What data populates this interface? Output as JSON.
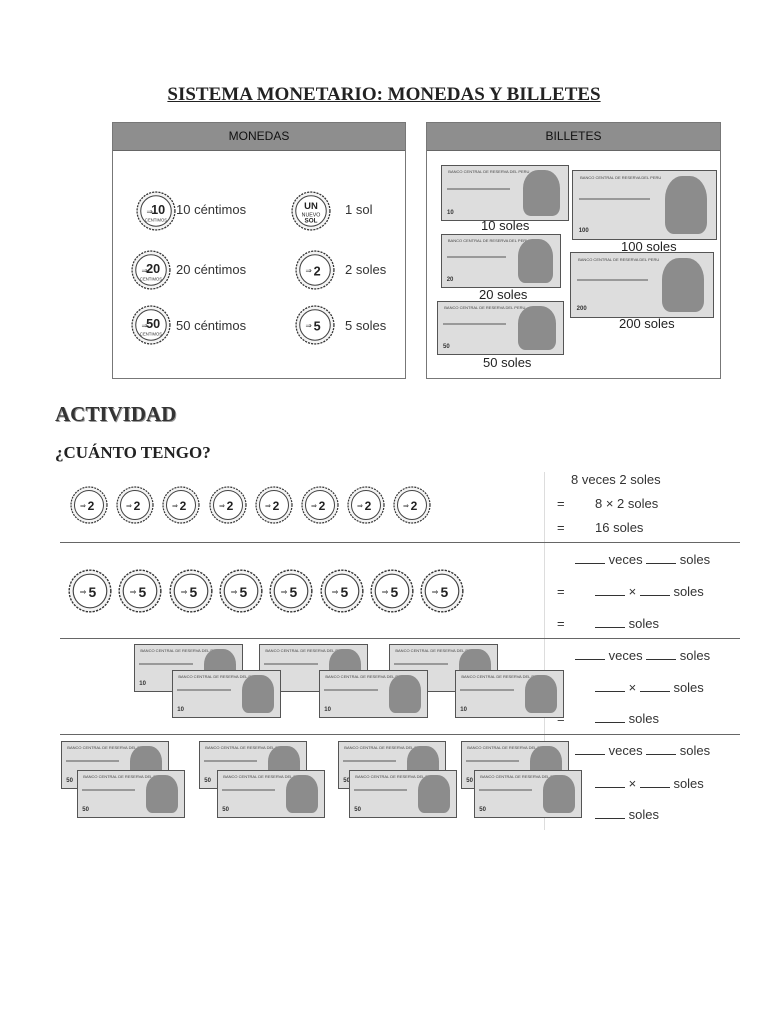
{
  "title": "SISTEMA MONETARIO: MONEDAS Y BILLETES",
  "monedas": {
    "header": "MONEDAS",
    "coins": [
      {
        "face": "10",
        "sub": "CENTIMOS",
        "label": "10 céntimos"
      },
      {
        "face": "UN NUEVO SOL",
        "sub": "",
        "label": "1 sol"
      },
      {
        "face": "20",
        "sub": "CENTIMOS",
        "label": "20 céntimos"
      },
      {
        "face": "2",
        "sub": "",
        "label": "2 soles"
      },
      {
        "face": "50",
        "sub": "CENTIMOS",
        "label": "50 céntimos"
      },
      {
        "face": "5",
        "sub": "",
        "label": "5 soles"
      }
    ]
  },
  "billetes": {
    "header": "BILLETES",
    "bank_text": "BANCO CENTRAL DE RESERVA DEL PERU",
    "bills": [
      {
        "den": "10",
        "label": "10 soles"
      },
      {
        "den": "100",
        "label": "100 soles"
      },
      {
        "den": "20",
        "label": "20 soles"
      },
      {
        "den": "200",
        "label": "200 soles"
      },
      {
        "den": "50",
        "label": "50 soles"
      }
    ]
  },
  "actividad": {
    "heading": "ACTIVIDAD",
    "question": "¿CUÁNTO TENGO?",
    "row1": {
      "line1": "8 veces 2 soles",
      "eq": "=",
      "line2": "8 × 2 soles",
      "line3": "16 soles"
    },
    "blank_rows": {
      "veces": "veces",
      "soles": "soles",
      "times": "×",
      "eq": "="
    },
    "coin_2": "2",
    "coin_5": "5",
    "bill_10": "10",
    "bill_50": "50"
  }
}
